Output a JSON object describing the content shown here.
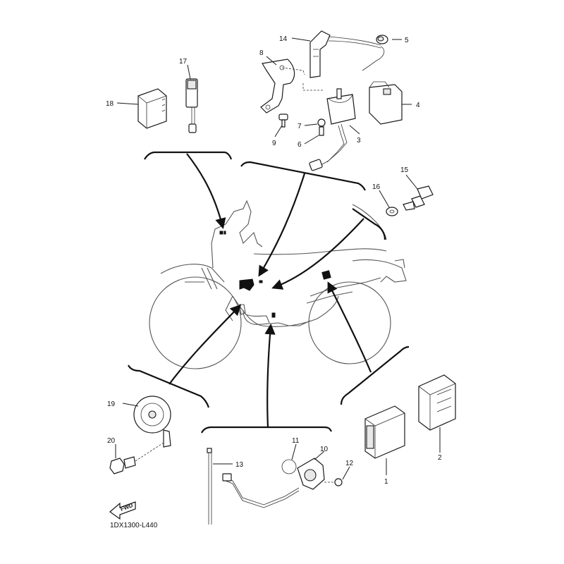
{
  "diagram": {
    "drawing_code": "1DX1300-L440",
    "fwd_label": "FWD",
    "callouts": {
      "c1": "1",
      "c2": "2",
      "c3": "3",
      "c4": "4",
      "c5": "5",
      "c6": "6",
      "c7": "7",
      "c8": "8",
      "c9": "9",
      "c10": "10",
      "c11": "11",
      "c12": "12",
      "c13": "13",
      "c14": "14",
      "c15": "15",
      "c16": "16",
      "c17": "17",
      "c18": "18",
      "c19": "19",
      "c20": "20"
    }
  }
}
